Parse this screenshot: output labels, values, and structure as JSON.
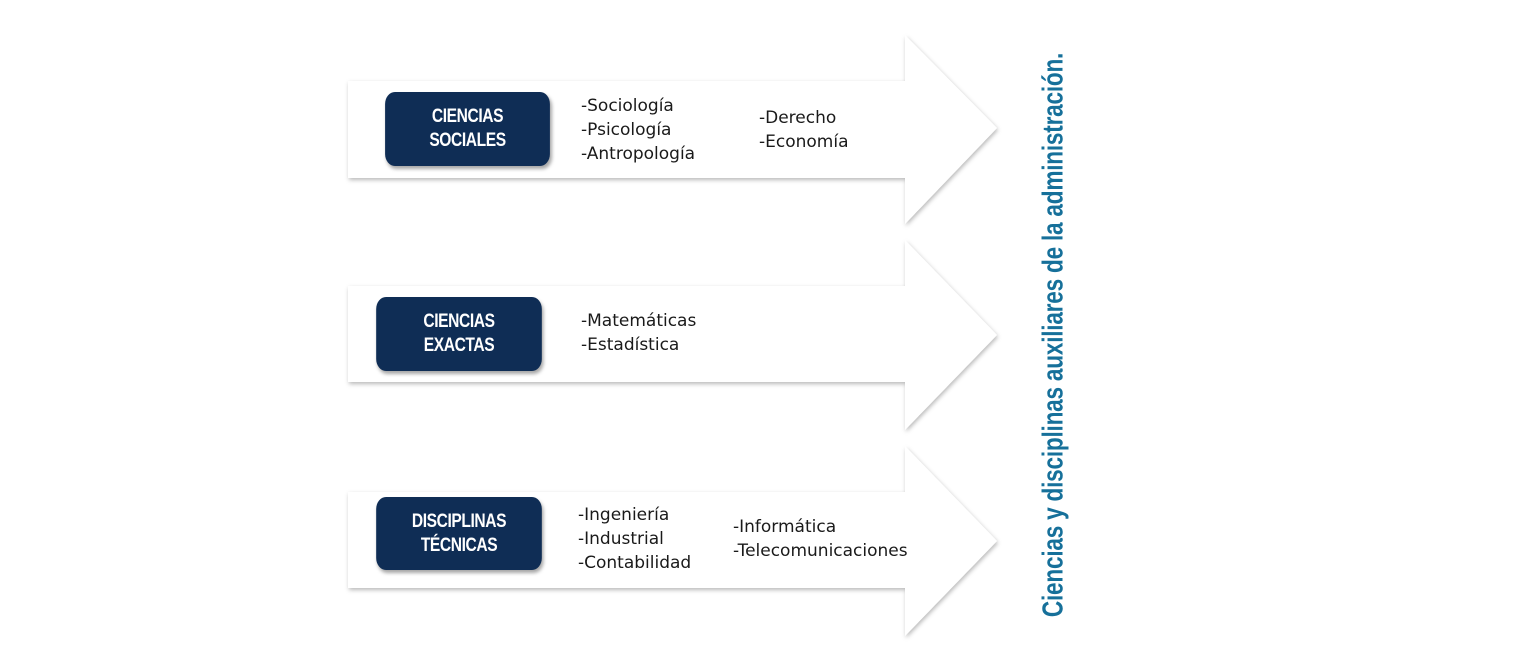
{
  "diagram": {
    "title": "Ciencias y disciplinas auxiliares de la administración.",
    "title_color": "#16709a",
    "box_color": "#0f2d55",
    "arrow_fill": "#ffffff",
    "categories": [
      {
        "label_line1": "CIENCIAS",
        "label_line2": "SOCIALES",
        "items_col1": [
          "-Sociología",
          "-Psicología",
          "-Antropología"
        ],
        "items_col2": [
          "-Derecho",
          "-Economía"
        ]
      },
      {
        "label_line1": "CIENCIAS",
        "label_line2": "EXACTAS",
        "items_col1": [
          "-Matemáticas",
          "-Estadística"
        ],
        "items_col2": []
      },
      {
        "label_line1": "DISCIPLINAS",
        "label_line2": "TÉCNICAS",
        "items_col1": [
          "-Ingeniería",
          "-Industrial",
          "-Contabilidad"
        ],
        "items_col2": [
          "-Informática",
          "-Telecomunicaciones"
        ]
      }
    ]
  }
}
